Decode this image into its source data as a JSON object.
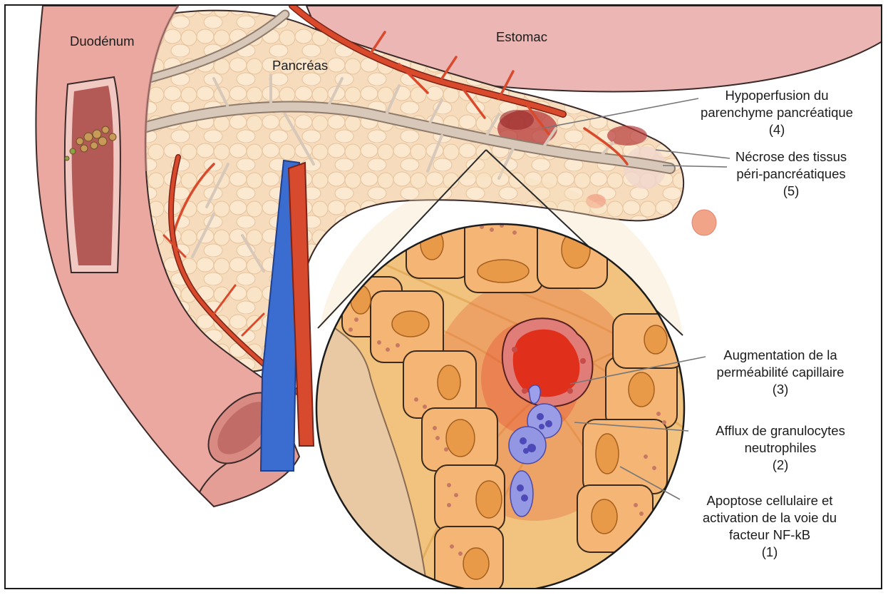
{
  "anatomy": {
    "duodenum": "Duodénum",
    "pancreas": "Pancréas",
    "estomac": "Estomac"
  },
  "annotations": {
    "a4": {
      "line1": "Hypoperfusion du",
      "line2": "parenchyme pancréatique",
      "num": "(4)"
    },
    "a5": {
      "line1": "Nécrose des tissus",
      "line2": "péri-pancréatiques",
      "num": "(5)"
    },
    "a3": {
      "line1": "Augmentation de la",
      "line2": "perméabilité capillaire",
      "num": "(3)"
    },
    "a2": {
      "line1": "Afflux de granulocytes",
      "line2": "neutrophiles",
      "num": "(2)"
    },
    "a1": {
      "line1": "Apoptose cellulaire et",
      "line2": "activation de la voie du",
      "line3": "facteur NF-kB",
      "num": "(1)"
    }
  },
  "colors": {
    "duodenum": "#e8a69e",
    "duodenum_dark": "#c97a74",
    "pancreas": "#f6ddbd",
    "stomach": "#eab4b2",
    "artery": "#d84a2e",
    "vein": "#3a6cc6",
    "duct": "#cdbbab",
    "cell": "#f3b574",
    "nucleus": "#e99a4a",
    "stroma": "#f1c582",
    "hemorrhage": "#d92d1a",
    "neutrophil": "#8b8ee0",
    "necrosis": "#c8504a"
  }
}
